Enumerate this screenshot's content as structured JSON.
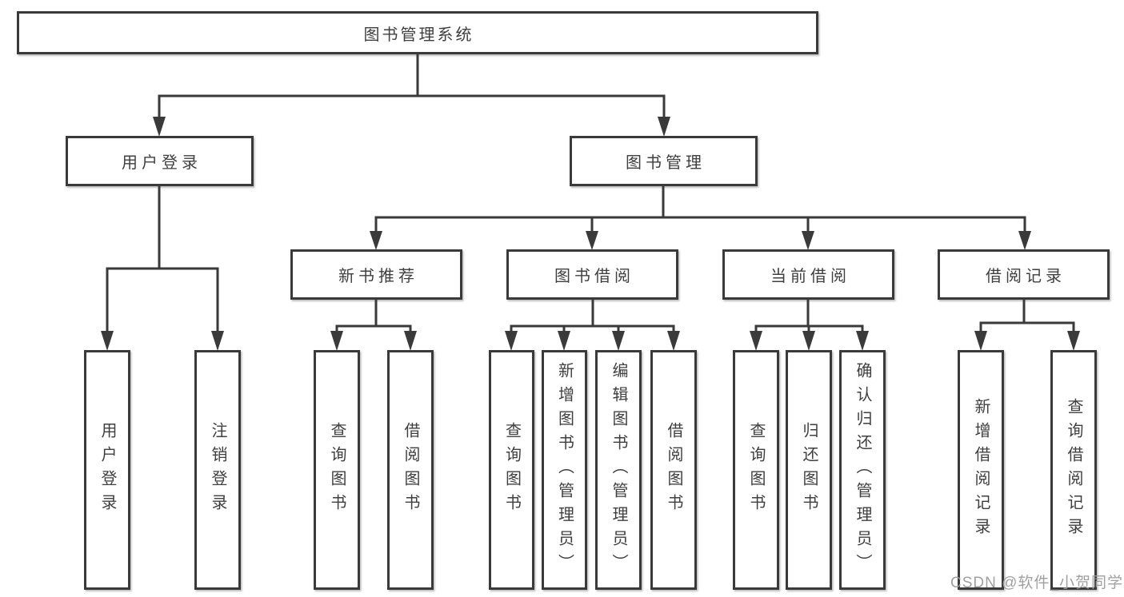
{
  "diagram": {
    "watermark": "CSDN @软件_小贺同学",
    "colors": {
      "line": "#3a3a3a",
      "box_border": "#3a3a3a",
      "text": "#3f3f3f",
      "background": "#ffffff",
      "watermark": "#9b9b9b"
    },
    "tree": {
      "label": "图书管理系统",
      "children": [
        {
          "label": "用户登录",
          "children": [
            {
              "label": "用户登录"
            },
            {
              "label": "注销登录"
            }
          ]
        },
        {
          "label": "图书管理",
          "children": [
            {
              "label": "新书推荐",
              "children": [
                {
                  "label": "查询图书"
                },
                {
                  "label": "借阅图书"
                }
              ]
            },
            {
              "label": "图书借阅",
              "children": [
                {
                  "label": "查询图书"
                },
                {
                  "label": "新增图书（管理员）"
                },
                {
                  "label": "编辑图书（管理员）"
                },
                {
                  "label": "借阅图书"
                }
              ]
            },
            {
              "label": "当前借阅",
              "children": [
                {
                  "label": "查询图书"
                },
                {
                  "label": "归还图书"
                },
                {
                  "label": "确认归还（管理员）"
                }
              ]
            },
            {
              "label": "借阅记录",
              "children": [
                {
                  "label": "新增借阅记录"
                },
                {
                  "label": "查询借阅记录"
                }
              ]
            }
          ]
        }
      ]
    }
  }
}
